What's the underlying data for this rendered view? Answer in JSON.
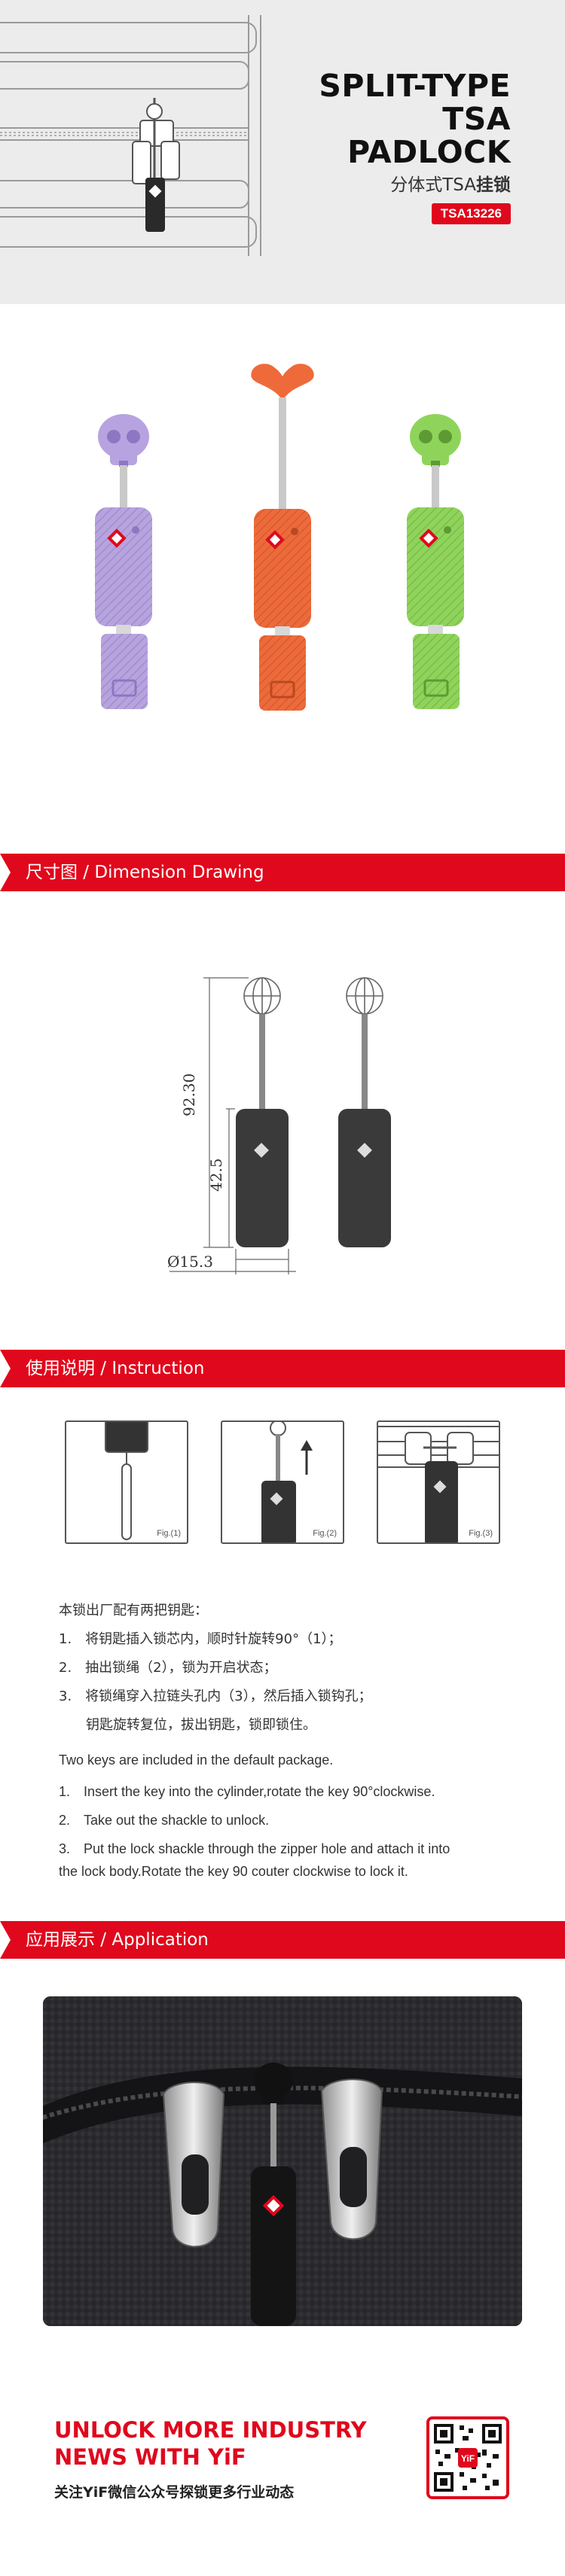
{
  "hero": {
    "title_lines": [
      "SPLIT-TYPE",
      "TSA",
      "PADLOCK"
    ],
    "subtitle_prefix": "分体式TSA",
    "subtitle_bold": "挂锁",
    "model": "TSA13226"
  },
  "products": {
    "colors": {
      "lavender": "#b7a3e0",
      "orange": "#ef6a3a",
      "green": "#8fd45a",
      "red": "#e0081c"
    }
  },
  "sections": {
    "dimension": "尺寸图 / Dimension Drawing",
    "instruction": "使用说明 / Instruction",
    "application": "应用展示 / Application"
  },
  "dimension": {
    "total_height": "92.30",
    "body_height": "42.5",
    "diameter": "Ø15.3"
  },
  "figures": [
    "Fig.(1)",
    "Fig.(2)",
    "Fig.(3)"
  ],
  "instructions": {
    "cn": [
      "本锁出厂配有两把钥匙：",
      "1.　将钥匙插入锁芯内，顺时针旋转90°（1）；",
      "2.　抽出锁绳（2），锁为开启状态；",
      "3.　将锁绳穿入拉链头孔内（3），然后插入锁钩孔；",
      "　　钥匙旋转复位，拔出钥匙，锁即锁住。"
    ],
    "en": [
      "Two keys are included in the default package.",
      "1.　Insert the key into the cylinder,rotate the key 90°clockwise.",
      "2.　Take out the shackle to unlock.",
      "3.　Put the lock shackle through the zipper hole and attach it into",
      "the lock body.Rotate the key 90 couter clockwise to lock it."
    ]
  },
  "footer": {
    "title_lines": [
      "UNLOCK MORE INDUSTRY",
      "NEWS WITH YiF"
    ],
    "subtitle": "关注YiF微信公众号探锁更多行业动态",
    "qr_label": "YiF"
  }
}
